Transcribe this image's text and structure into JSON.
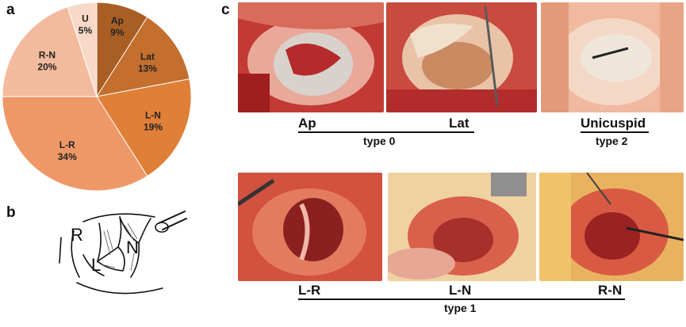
{
  "panels": {
    "a": "a",
    "b": "b",
    "c": "c"
  },
  "chart_data": {
    "type": "pie",
    "title": "",
    "slices": [
      {
        "label": "Ap",
        "value": 9,
        "display": "9%",
        "color": "#a95e24"
      },
      {
        "label": "Lat",
        "value": 13,
        "display": "13%",
        "color": "#c46f2e"
      },
      {
        "label": "L-N",
        "value": 19,
        "display": "19%",
        "color": "#e07f38"
      },
      {
        "label": "L-R",
        "value": 34,
        "display": "34%",
        "color": "#ee9868"
      },
      {
        "label": "R-N",
        "value": 20,
        "display": "20%",
        "color": "#f3bb9d"
      },
      {
        "label": "U",
        "value": 5,
        "display": "5%",
        "color": "#f8d9c7"
      }
    ]
  },
  "sketch": {
    "labels": {
      "r": "R",
      "n": "N",
      "l": "L"
    }
  },
  "photos": {
    "row1": [
      {
        "id": "ap",
        "caption": "Ap"
      },
      {
        "id": "lat",
        "caption": "Lat"
      },
      {
        "id": "unicuspid",
        "caption": "Unicuspid"
      }
    ],
    "row2": [
      {
        "id": "l-r",
        "caption": "L-R"
      },
      {
        "id": "l-n",
        "caption": "L-N"
      },
      {
        "id": "r-n",
        "caption": "R-N"
      }
    ]
  },
  "groups": {
    "type0": "type 0",
    "type2": "type 2",
    "type1": "type 1"
  }
}
